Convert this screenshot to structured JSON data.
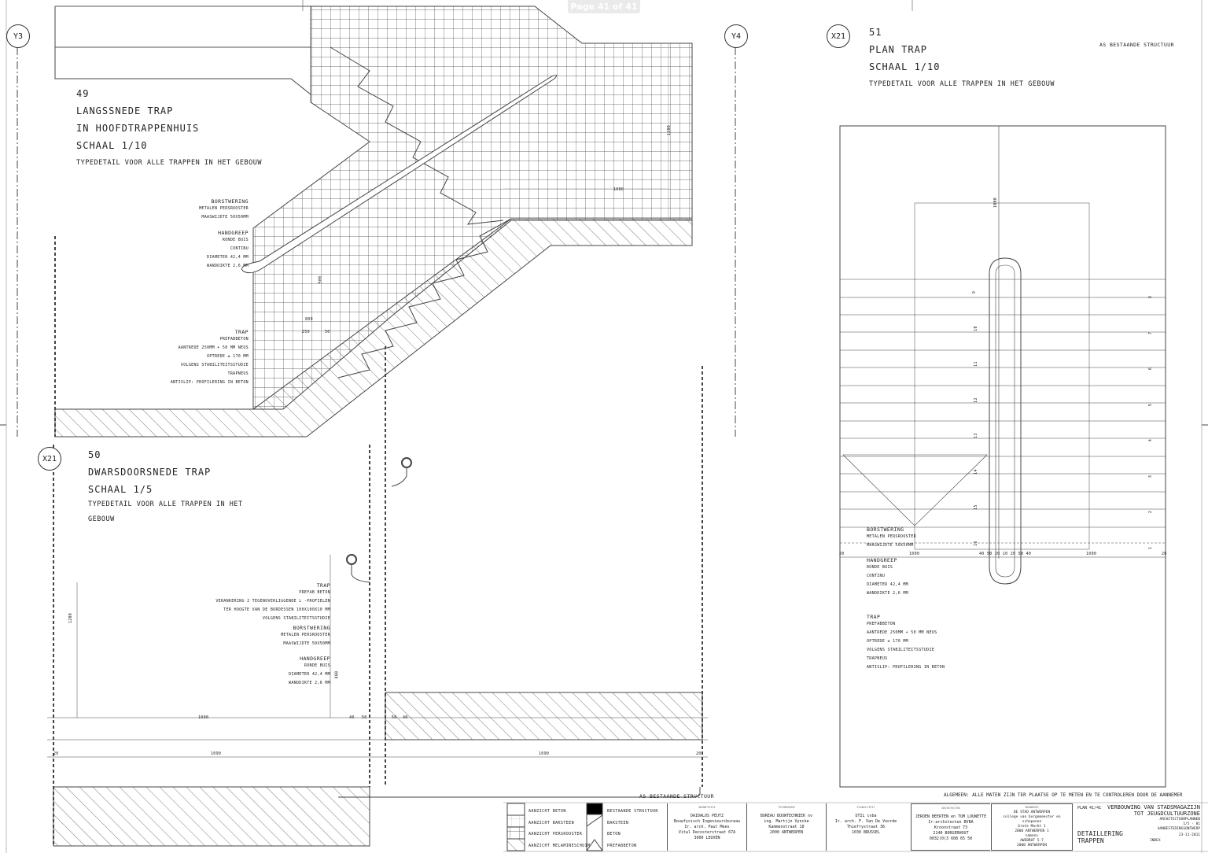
{
  "viewer": {
    "page_indicator": "Page 41 of 41"
  },
  "axes": {
    "y3": "Y3",
    "y4": "Y4",
    "x21_top": "X21",
    "x21_left": "X21"
  },
  "section49": {
    "number": "49",
    "title_1": "LANGSSNEDE TRAP",
    "title_2": "IN HOOFDTRAPPENHUIS",
    "scale": "SCHAAL 1/10",
    "subtitle": "TYPEDETAIL VOOR ALLE TRAPPEN IN HET GEBOUW",
    "borstwering": {
      "head": "BORSTWERING",
      "lines": [
        "METALEN PERSROOSTER",
        "MAASWIJDTE 50X50MM"
      ]
    },
    "handgreep": {
      "head": "HANDGREEP",
      "lines": [
        "RONDE BUIS",
        "CONTINU",
        "DIAMETER 42,4 MM",
        "WANDDIKTE 2,6 MM"
      ]
    },
    "trap": {
      "head": "TRAP",
      "lines": [
        "PREFABBETON",
        "AANTREDE 250MM + 50 MM NEUS",
        "OPTREDE ± 170 MM",
        "VOLGENS STABILITEITSSTUDIE",
        "TRAPNEUS",
        "ANTISLIP: PROFILERING IN BETON"
      ]
    },
    "dims": {
      "d1200": "1200",
      "d1000": "1000",
      "d800": "800",
      "d250": "250",
      "d50": "50",
      "d900": "900"
    }
  },
  "section50": {
    "number": "50",
    "title": "DWARSDOORSNEDE TRAP",
    "scale": "SCHAAL 1/5",
    "subtitle_1": "TYPEDETAIL VOOR ALLE TRAPPEN IN HET",
    "subtitle_2": "GEBOUW",
    "trap": {
      "head": "TRAP",
      "lines": [
        "PREFAB BETON",
        "VERANKERING 2 TEGENOVERLIGGENDE L -PROFIELEN",
        "TER HOOGTE VAN DE BORDESSEN 100X100X10 MM",
        "VOLGENS STABILITEITSSTUDIE"
      ]
    },
    "borstwering": {
      "head": "BORSTWERING",
      "lines": [
        "METALEN PERSROOSTER",
        "MAASWIJDTE 50X50MM"
      ]
    },
    "handgreep": {
      "head": "HANDGREEP",
      "lines": [
        "RONDE BUIS",
        "DIAMETER 42,4 MM",
        "WANDDIKTE 2,6 MM"
      ]
    },
    "dims": {
      "d1200": "1200",
      "d800": "800",
      "d1000": "1000",
      "d40": "40",
      "d50": "50",
      "d1090a": "1090",
      "d1090b": "1090",
      "d20": "20",
      "d50b": "50",
      "d40b": "40",
      "d20b": "20"
    },
    "as_label": "AS BESTAANDE STRUCTUUR"
  },
  "section51": {
    "number": "51",
    "title": "PLAN TRAP",
    "scale": "SCHAAL 1/10",
    "subtitle": "TYPEDETAIL VOOR ALLE TRAPPEN IN HET GEBOUW",
    "as_label": "AS BESTAANDE STRUCTUUR",
    "borstwering": {
      "head": "BORSTWERING",
      "lines": [
        "METALEN PERSROOSTER",
        "MAASWIJDTE 50X50MM"
      ]
    },
    "handgreep": {
      "head": "HANDGREEP",
      "lines": [
        "RONDE BUIS",
        "CONTINU",
        "DIAMETER 42,4 MM",
        "WANDDIKTE 2,6 MM"
      ]
    },
    "trap": {
      "head": "TRAP",
      "lines": [
        "PREFABBETON",
        "AANTREDE 250MM + 50 MM NEUS",
        "OPTREDE ± 170 MM",
        "VOLGENS STABILITEITSSTUDIE",
        "TRAPNEUS",
        "ANTISLIP: PROFILERING IN BETON"
      ]
    },
    "dims": {
      "left20": "20",
      "d1000a": "1000",
      "mid": "40 50 20 10 20 50 40",
      "d1000b": "1000",
      "right20": "20",
      "d1000v": "1000"
    },
    "steps_left": [
      "9",
      "10",
      "11",
      "12",
      "13",
      "14",
      "15",
      "16"
    ],
    "steps_right": [
      "8",
      "7",
      "6",
      "5",
      "4",
      "3",
      "2",
      "1"
    ]
  },
  "general_note": "ALGEMEEN: ALLE MATEN ZIJN TER PLAATSE OP TE METEN EN TE CONTROLEREN DOOR DE AANNEMER",
  "legend": [
    {
      "label": "AANZICHT BETON"
    },
    {
      "label": "AANZICHT BAKSTEEN"
    },
    {
      "label": "AANZICHT PERSROOSTER"
    },
    {
      "label": "AANZICHT MELAMINESCHUIM"
    },
    {
      "label": "BESTAANDE STRUCTUUR"
    },
    {
      "label": "BAKSTEEN"
    },
    {
      "label": "BETON"
    },
    {
      "label": "PREFABBETON"
    }
  ],
  "titleblock": {
    "bouwfysica": {
      "role": "BOUWFYSICA",
      "lines": [
        "DAIDALOS PEUTZ",
        "Bouwfysisch Ingenieursbureau",
        "Ir. arch. Paul Mees",
        "Vital Decosterstraat 67A",
        "3000 LEUVEN"
      ]
    },
    "technieken": {
      "role": "TECHNIEKEN",
      "lines": [
        "BUREAU BOUWTECHNIEK nv",
        "ing. Martijn Vyncke",
        "Kammenstraat 18",
        "2000 ANTWERPEN"
      ]
    },
    "stabiliteit": {
      "role": "STABILITEIT",
      "lines": [
        "UTIL cvba",
        "Ir. arch. F. Van De Voorde",
        "Thiefrystraat 36",
        "1030 BRUSSEL"
      ]
    },
    "architecten": {
      "role": "ARCHITECTEN",
      "lines": [
        "JEROEN BEERTEN en TOM LOUWETTE",
        "Ir-architecten BVBA",
        "Kroonstraat 73",
        "2140 BORGERHOUT",
        "0032(0)3 608 65 50"
      ]
    },
    "bouwheer": {
      "role": "BOUWHEER",
      "lines": [
        "DE STAD ANTWERPEN",
        "college van burgemeester en",
        "schepenen",
        "Grote Markt 1",
        "2000 ANTWERPEN 1",
        "namens",
        "AWEBRUT 5-7",
        "2000 ANTWERPEN"
      ]
    },
    "plan": "PLAN 41/41",
    "project_1": "VERBOUWING VAN STADSMAGAZIJN",
    "project_2": "TOT JEUGDCULTUURZONE",
    "phase": "ARCHITECTUURPLANNEN",
    "scale": "1/5 - 81",
    "dossier": "AANBESTEDINGSONTWERP",
    "date": "23-11-2011",
    "index": "INDEX",
    "drawing_1": "DETAILLERING",
    "drawing_2": "TRAPPEN"
  },
  "colors": {
    "line": "#333333",
    "paper": "#ffffff"
  }
}
